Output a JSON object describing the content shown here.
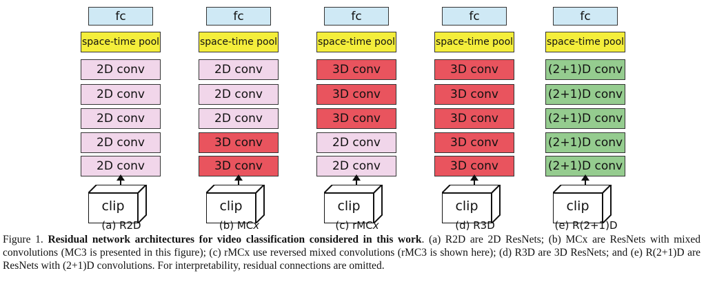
{
  "columns": [
    {
      "label_prefix": "(a) R2D",
      "label_italic": "",
      "fc": "fc",
      "pool": "space-time pool",
      "layers": [
        {
          "text": "2D conv",
          "kind": "2d"
        },
        {
          "text": "2D conv",
          "kind": "2d"
        },
        {
          "text": "2D conv",
          "kind": "2d"
        },
        {
          "text": "2D conv",
          "kind": "2d"
        },
        {
          "text": "2D conv",
          "kind": "2d"
        }
      ],
      "input": "clip"
    },
    {
      "label_prefix": "(b) MC",
      "label_italic": "x",
      "fc": "fc",
      "pool": "space-time pool",
      "layers": [
        {
          "text": "2D conv",
          "kind": "2d"
        },
        {
          "text": "2D conv",
          "kind": "2d"
        },
        {
          "text": "2D conv",
          "kind": "2d"
        },
        {
          "text": "3D conv",
          "kind": "3d"
        },
        {
          "text": "3D conv",
          "kind": "3d"
        }
      ],
      "input": "clip"
    },
    {
      "label_prefix": "(c) rMC",
      "label_italic": "x",
      "fc": "fc",
      "pool": "space-time pool",
      "layers": [
        {
          "text": "3D conv",
          "kind": "3d"
        },
        {
          "text": "3D conv",
          "kind": "3d"
        },
        {
          "text": "3D conv",
          "kind": "3d"
        },
        {
          "text": "2D conv",
          "kind": "2d"
        },
        {
          "text": "2D conv",
          "kind": "2d"
        }
      ],
      "input": "clip"
    },
    {
      "label_prefix": "(d) R3D",
      "label_italic": "",
      "fc": "fc",
      "pool": "space-time pool",
      "layers": [
        {
          "text": "3D conv",
          "kind": "3d"
        },
        {
          "text": "3D conv",
          "kind": "3d"
        },
        {
          "text": "3D conv",
          "kind": "3d"
        },
        {
          "text": "3D conv",
          "kind": "3d"
        },
        {
          "text": "3D conv",
          "kind": "3d"
        }
      ],
      "input": "clip"
    },
    {
      "label_prefix": "(e) R(2+1)D",
      "label_italic": "",
      "fc": "fc",
      "pool": "space-time pool",
      "layers": [
        {
          "text": "(2+1)D conv",
          "kind": "21d"
        },
        {
          "text": "(2+1)D conv",
          "kind": "21d"
        },
        {
          "text": "(2+1)D conv",
          "kind": "21d"
        },
        {
          "text": "(2+1)D conv",
          "kind": "21d"
        },
        {
          "text": "(2+1)D conv",
          "kind": "21d"
        }
      ],
      "input": "clip"
    }
  ],
  "colors": {
    "fc": "#cfe9f5",
    "pool": "#f4ee3b",
    "conv2d": "#f1d6ea",
    "conv3d": "#e9545e",
    "conv21d": "#95cc8f"
  },
  "caption": {
    "prefix": "Figure 1. ",
    "bold": "Residual network architectures for video classification considered in this work",
    "rest": ". (a) R2D are 2D ResNets; (b) MCx are ResNets with mixed convolutions (MC3 is presented in this figure); (c) rMCx use reversed mixed convolutions (rMC3 is shown here); (d) R3D are 3D ResNets; and (e) R(2+1)D are ResNets with (2+1)D convolutions. For interpretability, residual connections are omitted."
  }
}
